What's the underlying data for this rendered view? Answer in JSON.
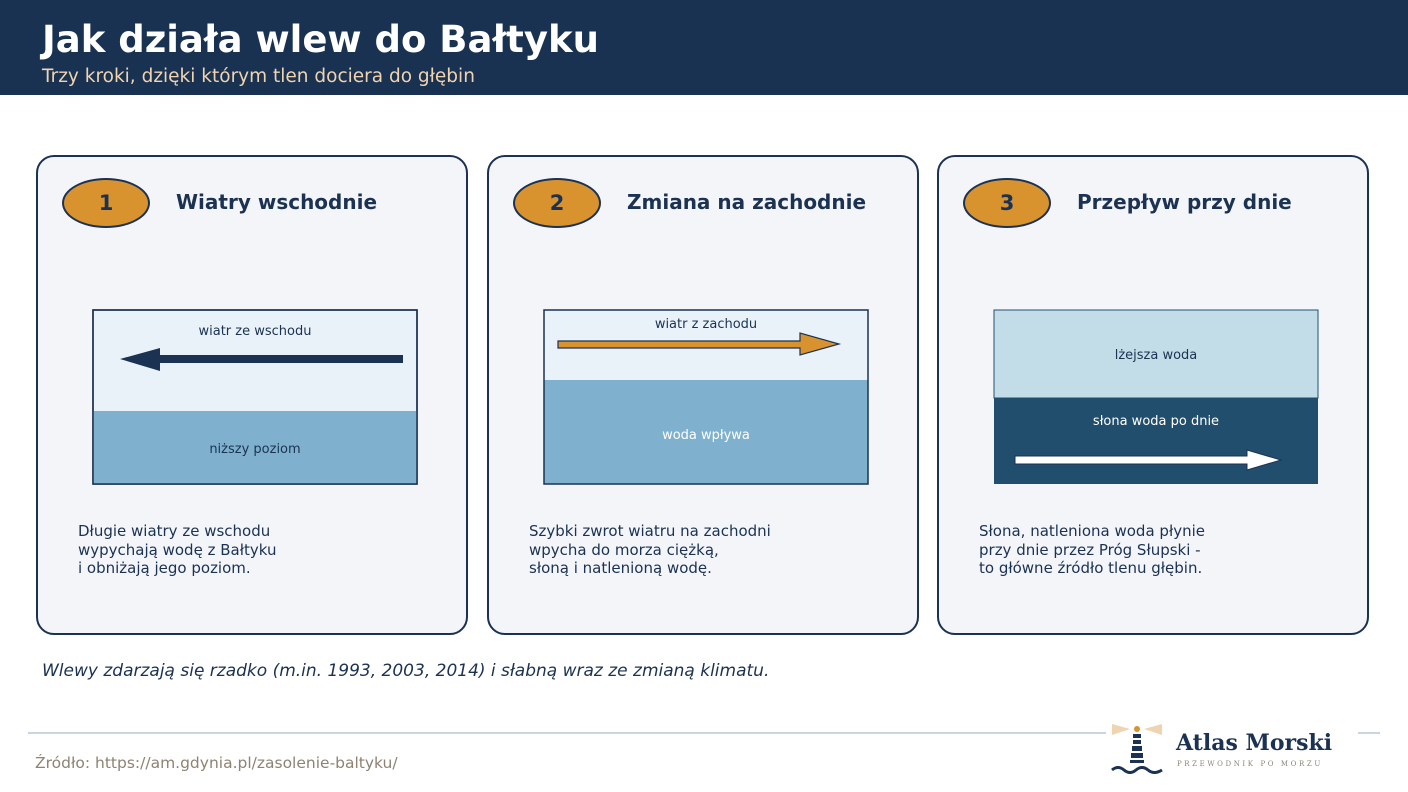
{
  "header": {
    "title": "Jak działa wlew do Bałtyku",
    "subtitle": "Trzy kroki, dzięki którym tlen dociera do głębin"
  },
  "steps": [
    {
      "number": "1",
      "title": "Wiatry wschodnie",
      "wind_label": "wiatr ze wschodu",
      "water_label": "niższy poziom",
      "description": [
        "Długie wiatry ze wschodu",
        "wypychają wodę z Bałtyku",
        "i obniżają jego poziom."
      ]
    },
    {
      "number": "2",
      "title": "Zmiana na zachodnie",
      "wind_label": "wiatr z zachodu",
      "water_label": "woda wpływa",
      "description": [
        "Szybki zwrot wiatru na zachodni",
        "wpycha do morza ciężką,",
        "słoną i natlenioną wodę."
      ]
    },
    {
      "number": "3",
      "title": "Przepływ przy dnie",
      "top_label": "lżejsza woda",
      "bottom_label": "słona woda po dnie",
      "description": [
        "Słona, natleniona woda płynie",
        "przy dnie przez Próg Słupski -",
        "to główne źródło tlenu głębin."
      ]
    }
  ],
  "note": "Wlewy zdarzają się rzadko (m.in. 1993, 2003, 2014) i słabną wraz ze zmianą klimatu.",
  "footer": {
    "source": "Źródło: https://am.gdynia.pl/zasolenie-baltyku/",
    "logo_name": "Atlas Morski",
    "logo_tagline": "PRZEWODNIK PO MORZU"
  },
  "colors": {
    "navy": "#1b3252",
    "orange": "#d8922e",
    "card_bg": "#f3f5f9",
    "sky": "#eaf2f9",
    "water": "#7fb1cf",
    "light_water": "#c2dde8",
    "deep_water": "#224e6e"
  }
}
